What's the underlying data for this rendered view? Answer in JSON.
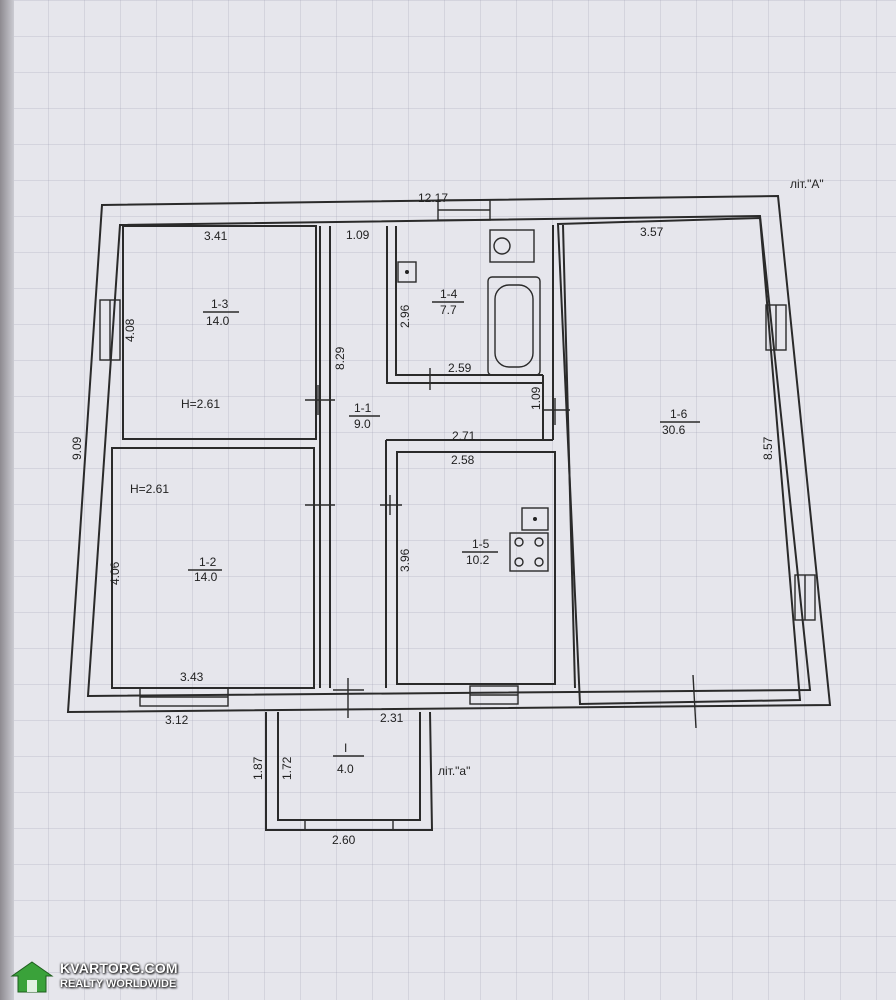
{
  "labels": {
    "lit_big": "літ.\"А\"",
    "lit_small": "літ.\"а\"",
    "total_width": "12.17",
    "total_height": "9.09"
  },
  "rooms": [
    {
      "id": "1-1",
      "area": "9.0"
    },
    {
      "id": "1-2",
      "area": "14.0",
      "height": "H=2.61"
    },
    {
      "id": "1-3",
      "area": "14.0",
      "height": "H=2.61"
    },
    {
      "id": "1-4",
      "area": "7.7"
    },
    {
      "id": "1-5",
      "area": "10.2"
    },
    {
      "id": "1-6",
      "area": "30.6"
    },
    {
      "id": "I",
      "area": "4.0"
    }
  ],
  "dims": {
    "r13_top": "3.41",
    "r13_side": "4.08",
    "r12_side": "4.06",
    "r12_bottom": "3.43",
    "corr_top": "1.09",
    "corr_side": "8.29",
    "r14_side": "2.96",
    "r14_bottom": "2.59",
    "step_side": "1.09",
    "hall_width": "2.71",
    "r15_top": "2.58",
    "r15_side": "3.96",
    "r16_top": "3.57",
    "r16_side": "8.57",
    "bottom_left": "3.12",
    "porch_top": "2.31",
    "porch_outer": "1.87",
    "porch_inner": "1.72",
    "porch_bottom": "2.60"
  },
  "watermark": {
    "site": "KVARTORG.COM",
    "tagline": "REALTY WORLDWIDE",
    "accent": "#3aa23a"
  }
}
